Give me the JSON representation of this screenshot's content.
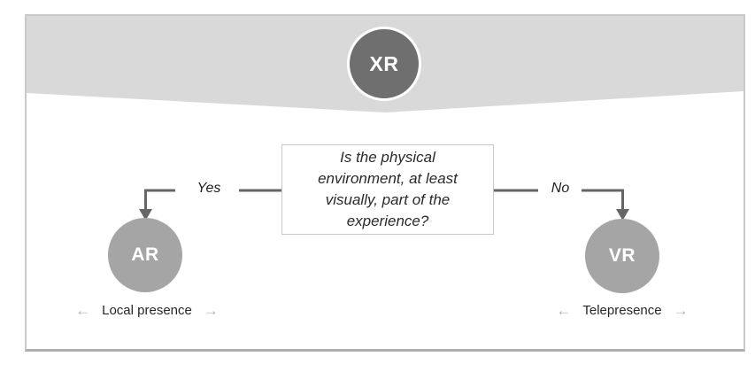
{
  "diagram": {
    "root": {
      "label": "XR"
    },
    "question": {
      "text": "Is the physical environment, at least visually, part of the experience?",
      "lines": [
        "Is the physical",
        "environment, at least",
        "visually, part of the",
        "experience?"
      ]
    },
    "branches": {
      "yes": {
        "label": "Yes",
        "node_label": "AR",
        "caption": "Local presence"
      },
      "no": {
        "label": "No",
        "node_label": "VR",
        "caption": "Telepresence"
      }
    }
  },
  "icons": {
    "left_arrow": "←",
    "right_arrow": "→"
  },
  "colors": {
    "band": "#d9d9d9",
    "root_node": "#6f6f6f",
    "leaf_node": "#a5a5a5",
    "connector": "#666666",
    "caption_arrow": "#b3b3b3",
    "frame_border": "#c9c9c9"
  }
}
